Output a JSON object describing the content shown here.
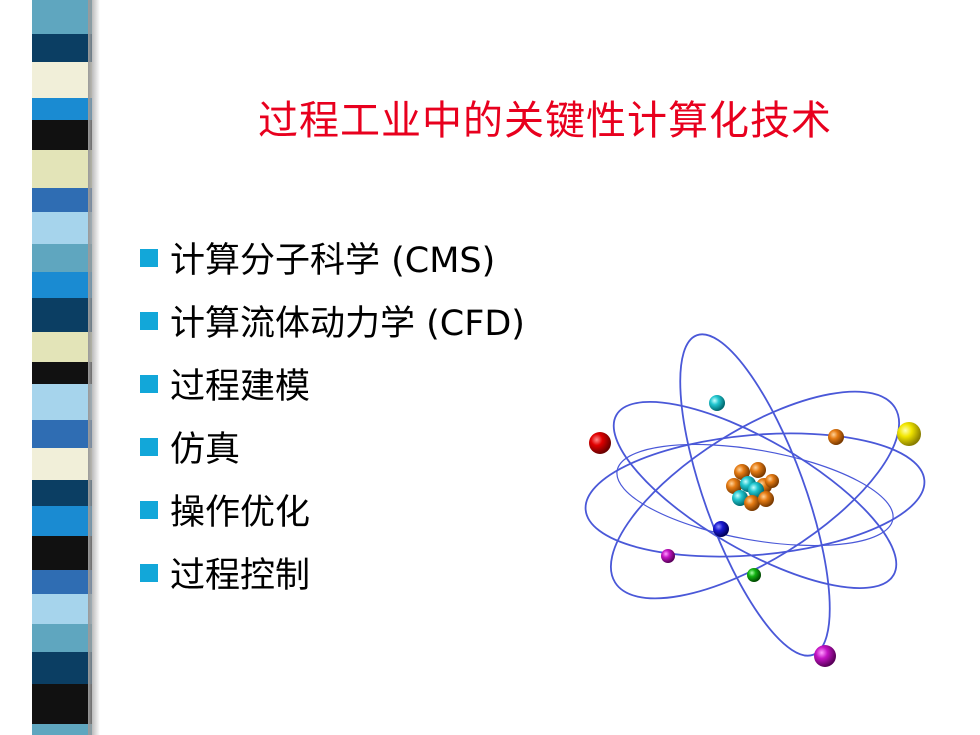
{
  "slide": {
    "title": "过程工业中的关键性计算化技术",
    "bullets": [
      "计算分子科学 (CMS)",
      "计算流体动力学 (CFD)",
      "过程建模",
      "仿真",
      "操作优化",
      "过程控制"
    ]
  },
  "colors": {
    "title": "#e8001e",
    "bullet": "#12a7d9",
    "orbit": "#4a58d8",
    "strip": [
      "#5fa6bf",
      "#0b3e63",
      "#f1efd9",
      "#1a8bd2",
      "#111111",
      "#e3e4b8",
      "#2f6db3",
      "#a6d4ec"
    ]
  },
  "illustration": {
    "name": "atom-icon"
  }
}
